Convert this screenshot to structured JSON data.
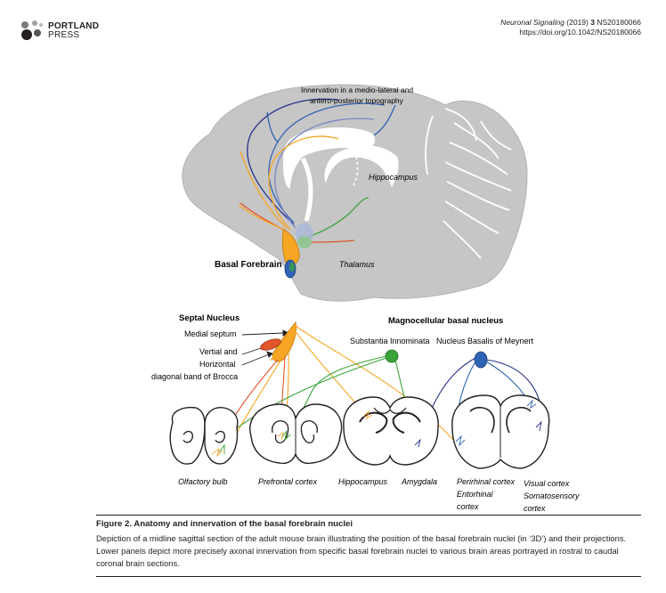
{
  "header": {
    "logo_line1": "PORTLAND",
    "logo_line2": "PRESS",
    "journal_name": "Neuronal Signaling",
    "journal_year": "(2019)",
    "journal_volume": "3",
    "article_id": "NS20180066",
    "doi": "https://doi.org/10.1042/NS20180066"
  },
  "figure": {
    "top_panel": {
      "innervation_label_1": "Innervation in a medio-lateral and",
      "innervation_label_2": "antero-posterior topography",
      "hippocampus": "Hippocampus",
      "thalamus": "Thalamus",
      "basal_forebrain": "Basal Forebrain"
    },
    "lower_panel": {
      "septal_nucleus": "Septal Nucleus",
      "medial_septum": "Medial septum",
      "db_line1": "Vertial and",
      "db_line2": "Horizontal",
      "db_line3": "diagonal band of Brocca",
      "magnocellular": "Magnocellular basal nucleus",
      "substantia_innominata": "Substantia Innominata",
      "nucleus_basalis": "Nucleus Basalis of Meynert",
      "olfactory_bulb": "Olfactory bulb",
      "prefrontal_cortex": "Prefrontal cortex",
      "hippocampus": "Hippocampus",
      "amygdala": "Amygdala",
      "perirhinal": "Perirhinal cortex",
      "entorhinal_1": "Entorhinal",
      "entorhinal_2": "cortex",
      "visual_cortex": "Visual cortex",
      "somatosensory_1": "Somatosensory",
      "somatosensory_2": "cortex"
    }
  },
  "caption": {
    "title": "Figure 2. Anatomy and innervation of the basal forebrain nuclei",
    "body": "Depiction of a midline sagittal section of the adult mouse brain illustrating the position of the basal forebrain nuclei (in ‘3D’) and their projections. Lower panels depict more precisely axonal innervation from specific basal forebrain nuclei to various brain areas portrayed in rostral to caudal coronal brain sections."
  },
  "colors": {
    "brain_grey": "#c6c6c6",
    "septal_orange": "#f6a623",
    "db_red": "#e2552b",
    "green": "#3aa43a",
    "blue": "#2f63b4",
    "navy": "#25318a"
  }
}
